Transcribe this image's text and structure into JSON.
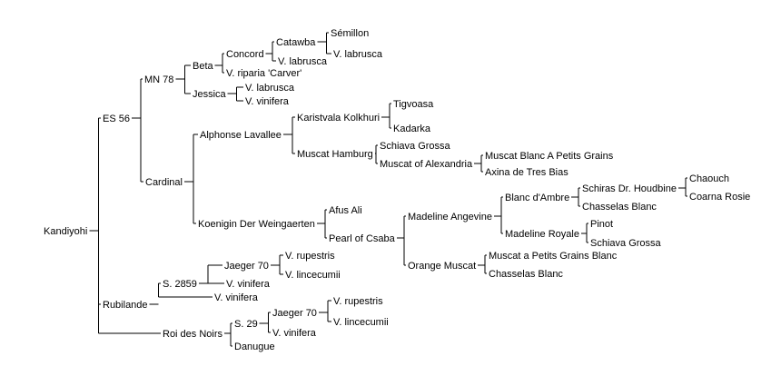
{
  "tree": {
    "label": "Kandiyohi",
    "children": [
      {
        "label": "ES 56",
        "children": [
          {
            "label": "MN 78",
            "children": [
              {
                "label": "Beta",
                "children": [
                  {
                    "label": "Concord",
                    "children": [
                      {
                        "label": "Catawba",
                        "children": [
                          {
                            "label": "Sémillon"
                          },
                          {
                            "label": "V. labrusca"
                          }
                        ]
                      },
                      {
                        "label": "V. labrusca"
                      }
                    ]
                  },
                  {
                    "label": "V. riparia 'Carver'"
                  }
                ]
              },
              {
                "label": "Jessica",
                "children": [
                  {
                    "label": "V. labrusca"
                  },
                  {
                    "label": "V. vinifera"
                  }
                ]
              }
            ]
          },
          {
            "label": "Cardinal",
            "children": [
              {
                "label": "Alphonse Lavallee",
                "children": [
                  {
                    "label": "Karistvala Kolkhuri",
                    "children": [
                      {
                        "label": "Tigvoasa"
                      },
                      {
                        "label": "Kadarka"
                      }
                    ]
                  },
                  {
                    "label": "Muscat Hamburg",
                    "children": [
                      {
                        "label": "Schiava Grossa"
                      },
                      {
                        "label": "Muscat of Alexandria",
                        "children": [
                          {
                            "label": "Muscat Blanc A Petits Grains"
                          },
                          {
                            "label": "Axina de Tres Bias"
                          }
                        ]
                      }
                    ]
                  }
                ]
              },
              {
                "label": "Koenigin Der Weingaerten",
                "children": [
                  {
                    "label": "Afus Ali"
                  },
                  {
                    "label": "Pearl of Csaba",
                    "children": [
                      {
                        "label": "Madeline Angevine",
                        "children": [
                          {
                            "label": "Blanc d'Ambre",
                            "children": [
                              {
                                "label": "Schiras Dr. Houdbine",
                                "children": [
                                  {
                                    "label": "Chaouch"
                                  },
                                  {
                                    "label": "Coarna Rosie"
                                  }
                                ]
                              },
                              {
                                "label": "Chasselas Blanc"
                              }
                            ]
                          },
                          {
                            "label": "Madeline Royale",
                            "children": [
                              {
                                "label": "Pinot"
                              },
                              {
                                "label": "Schiava Grossa"
                              }
                            ]
                          }
                        ]
                      },
                      {
                        "label": "Orange Muscat",
                        "children": [
                          {
                            "label": "Muscat a Petits Grains Blanc"
                          },
                          {
                            "label": "Chasselas Blanc"
                          }
                        ]
                      }
                    ]
                  }
                ]
              }
            ]
          }
        ]
      },
      {
        "label": "Rubilande",
        "children": [
          {
            "label": "S. 2859",
            "children": [
              {
                "label": "Jaeger 70",
                "children": [
                  {
                    "label": "V. rupestris"
                  },
                  {
                    "label": "V. lincecumii"
                  }
                ]
              },
              {
                "label": "V. vinifera"
              }
            ]
          },
          {
            "label": "V. vinifera"
          }
        ]
      },
      {
        "label": "Roi des Noirs",
        "children": [
          {
            "label": "S. 29",
            "children": [
              {
                "label": "Jaeger 70",
                "children": [
                  {
                    "label": "V. rupestris"
                  },
                  {
                    "label": "V. lincecumii"
                  }
                ]
              },
              {
                "label": "V. vinifera"
              }
            ]
          },
          {
            "label": "Danugue"
          }
        ]
      }
    ]
  }
}
